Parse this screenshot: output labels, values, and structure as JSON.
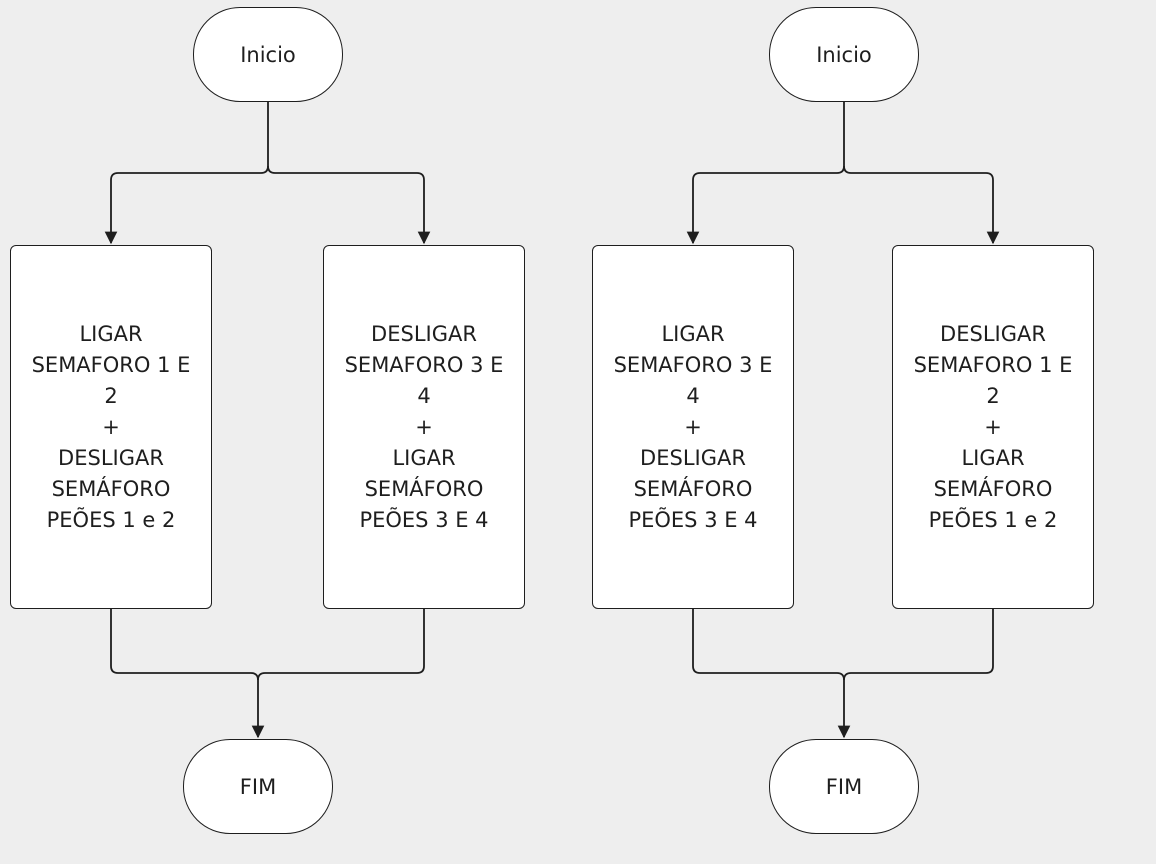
{
  "flowcharts": [
    {
      "start": "Inicio",
      "end": "FIM",
      "left_box": [
        "LIGAR",
        "SEMAFORO 1 E",
        "2",
        "+",
        "DESLIGAR",
        "SEMÁFORO",
        "PEÕES 1 e 2"
      ],
      "right_box": [
        "DESLIGAR",
        "SEMAFORO 3 E",
        "4",
        "+",
        "LIGAR",
        "SEMÁFORO",
        "PEÕES 3 E 4"
      ]
    },
    {
      "start": "Inicio",
      "end": "FIM",
      "left_box": [
        "LIGAR",
        "SEMAFORO 3 E",
        "4",
        "+",
        "DESLIGAR",
        "SEMÁFORO",
        "PEÕES 3 E 4"
      ],
      "right_box": [
        "DESLIGAR",
        "SEMAFORO 1 E",
        "2",
        "+",
        "LIGAR",
        "SEMÁFORO",
        "PEÕES 1 e 2"
      ]
    }
  ]
}
